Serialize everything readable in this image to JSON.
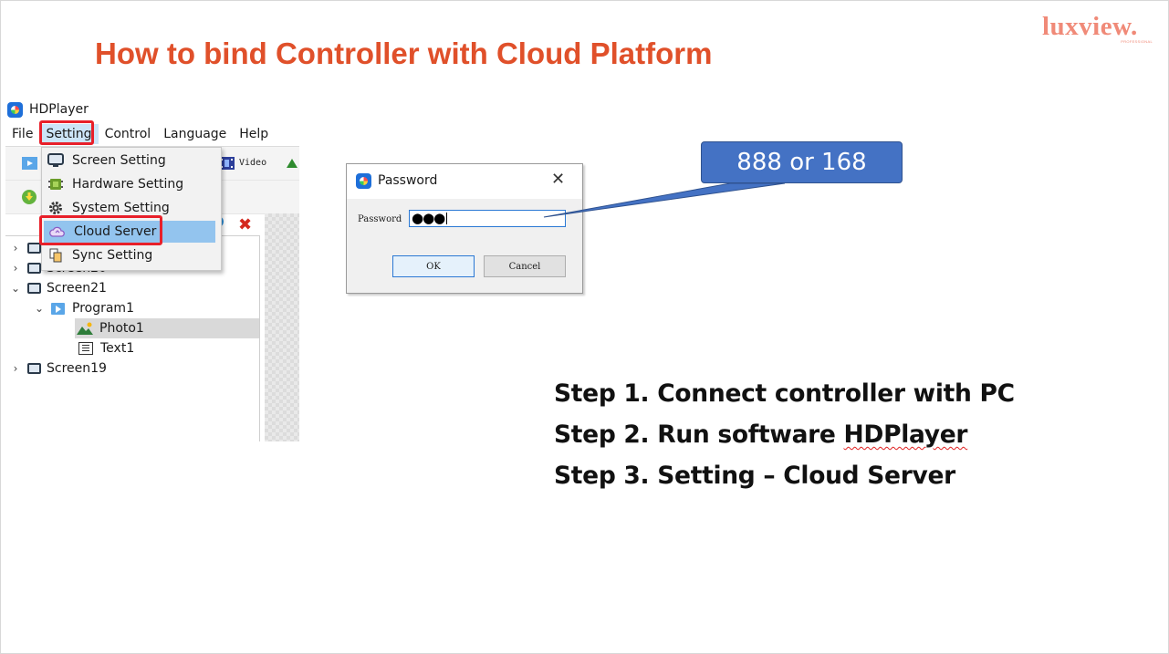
{
  "slide": {
    "title": "How to bind Controller with Cloud Platform",
    "logo": {
      "word": "luxview.",
      "sub": "PROFESSIONAL"
    },
    "accent_color": "#e0502a",
    "highlight_color": "#e8202a"
  },
  "app": {
    "title": "HDPlayer",
    "menu": {
      "file": "File",
      "setting": "Setting",
      "control": "Control",
      "language": "Language",
      "help": "Help"
    },
    "toolbar": {
      "video_label": "Video"
    },
    "dropdown": {
      "items": [
        {
          "label": "Screen Setting",
          "icon": "monitor-icon"
        },
        {
          "label": "Hardware Setting",
          "icon": "chip-icon"
        },
        {
          "label": "System Setting",
          "icon": "gear-icon"
        },
        {
          "label": "Cloud Server",
          "icon": "cloud-icon",
          "selected": true
        },
        {
          "label": "Sync Setting",
          "icon": "sync-icon"
        }
      ]
    },
    "tree": [
      {
        "label": "Screen20",
        "icon": "screen-icon",
        "expanded": false
      },
      {
        "label": "Screen21",
        "icon": "screen-icon",
        "expanded": true
      },
      {
        "label": "Program1",
        "icon": "program-icon",
        "expanded": true
      },
      {
        "label": "Photo1",
        "icon": "photo-icon",
        "selected": true
      },
      {
        "label": "Text1",
        "icon": "text-icon"
      },
      {
        "label": "Screen19",
        "icon": "screen-icon",
        "expanded": false
      }
    ]
  },
  "dialog": {
    "title": "Password",
    "password_label": "Password",
    "password_mask": "●●●",
    "ok_label": "OK",
    "cancel_label": "Cancel"
  },
  "callout": {
    "text": "888 or 168",
    "color": "#4472c4"
  },
  "steps": {
    "step1": "Step 1. Connect controller with PC",
    "step2_prefix": "Step 2. Run software ",
    "step2_word": "HDPlayer",
    "step3": "Step 3. Setting – Cloud Server"
  }
}
